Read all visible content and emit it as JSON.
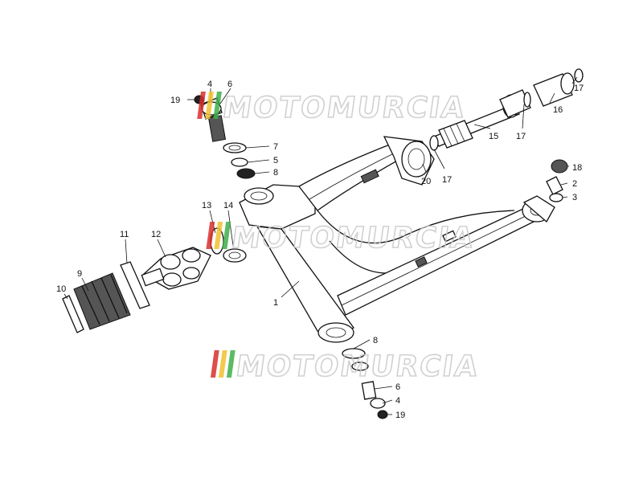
{
  "watermark": {
    "text": "MOTOMURCIA",
    "stripe_colors": [
      "#d9302c",
      "#f2c12e",
      "#3fae49"
    ]
  },
  "callouts": [
    "19",
    "4",
    "6",
    "7",
    "5",
    "8",
    "13",
    "14",
    "11",
    "12",
    "9",
    "10",
    "1",
    "8",
    "6",
    "4",
    "19",
    "15",
    "16",
    "17",
    "17",
    "17",
    "20",
    "18",
    "2",
    "3"
  ]
}
